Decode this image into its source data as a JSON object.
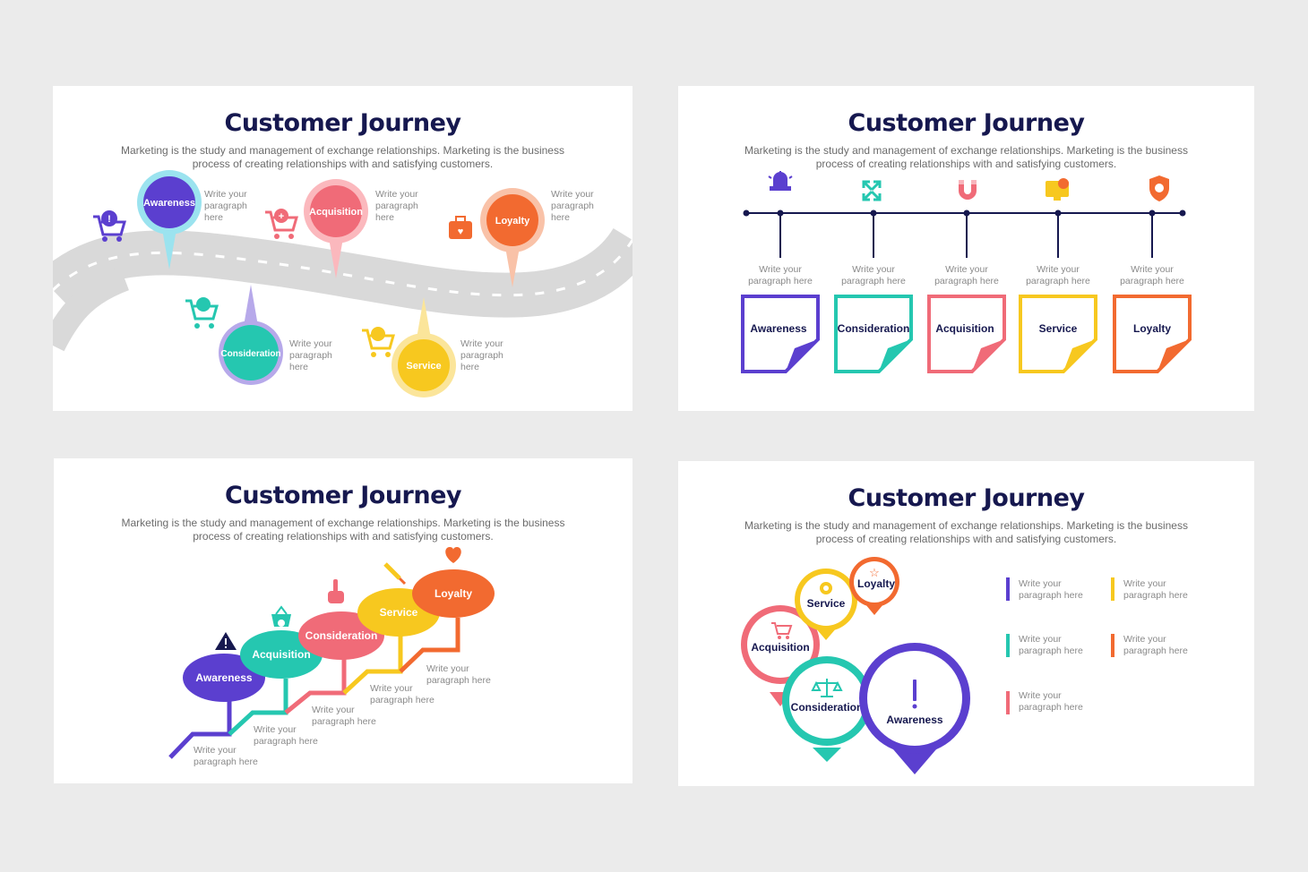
{
  "slide1": {
    "title": "Customer Journey",
    "subtitle_line1": "Marketing is the study and management of exchange relationships. Marketing is the business",
    "subtitle_line2": "process of creating relationships with and satisfying customers.",
    "stages": [
      {
        "label": "Awareness",
        "text": [
          "Write your",
          "paragraph",
          "here"
        ],
        "color": "#5b3fcf"
      },
      {
        "label": "Acquisition",
        "text": [
          "Write your",
          "paragraph",
          "here"
        ],
        "color": "#f06b78"
      },
      {
        "label": "Loyalty",
        "text": [
          "Write your",
          "paragraph",
          "here"
        ],
        "color": "#f26a30"
      },
      {
        "label": "Consideration",
        "text": [
          "Write your",
          "paragraph",
          "here"
        ],
        "color": "#25c7b0"
      },
      {
        "label": "Service",
        "text": [
          "Write your",
          "paragraph",
          "here"
        ],
        "color": "#f7c81f"
      }
    ]
  },
  "slide2": {
    "title": "Customer Journey",
    "subtitle_line1": "Marketing is the study and management of exchange relationships. Marketing is the business",
    "subtitle_line2": "process of creating relationships with and satisfying customers.",
    "stages": [
      {
        "label": "Awareness",
        "text": [
          "Write your",
          "paragraph here"
        ],
        "color": "#5b3fcf",
        "icon": "siren-icon"
      },
      {
        "label": "Consideration",
        "text": [
          "Write your",
          "paragraph here"
        ],
        "color": "#25c7b0",
        "icon": "expand-icon"
      },
      {
        "label": "Acquisition",
        "text": [
          "Write your",
          "paragraph here"
        ],
        "color": "#f06b78",
        "icon": "magnet-icon"
      },
      {
        "label": "Service",
        "text": [
          "Write your",
          "paragraph here"
        ],
        "color": "#f7c81f",
        "icon": "monitor-gear-icon"
      },
      {
        "label": "Loyalty",
        "text": [
          "Write your",
          "paragraph here"
        ],
        "color": "#f26a30",
        "icon": "shield-icon"
      }
    ]
  },
  "slide3": {
    "title": "Customer Journey",
    "subtitle_line1": "Marketing is the study and management of exchange relationships. Marketing is the business",
    "subtitle_line2": "process of creating relationships with and satisfying customers.",
    "stages": [
      {
        "label": "Awareness",
        "text": [
          "Write your",
          "paragraph here"
        ],
        "color": "#5b3fcf",
        "icon": "warning-icon"
      },
      {
        "label": "Acquisition",
        "text": [
          "Write your",
          "paragraph here"
        ],
        "color": "#25c7b0",
        "icon": "basket-icon"
      },
      {
        "label": "Consideration",
        "text": [
          "Write your",
          "paragraph here"
        ],
        "color": "#f06b78",
        "icon": "hand-pointer-icon"
      },
      {
        "label": "Service",
        "text": [
          "Write your",
          "paragraph here"
        ],
        "color": "#f7c81f",
        "icon": "screwdriver-icon"
      },
      {
        "label": "Loyalty",
        "text": [
          "Write your",
          "paragraph here"
        ],
        "color": "#f26a30",
        "icon": "heart-icon"
      }
    ]
  },
  "slide4": {
    "title": "Customer Journey",
    "subtitle_line1": "Marketing is the study and management of exchange relationships. Marketing is the business",
    "subtitle_line2": "process of creating relationships with and satisfying customers.",
    "pins": [
      {
        "label": "Loyalty",
        "color": "#f26a30",
        "icon": "star-icon"
      },
      {
        "label": "Service",
        "color": "#f7c81f",
        "icon": "gear-icon"
      },
      {
        "label": "Acquisition",
        "color": "#f06b78",
        "icon": "cart-icon"
      },
      {
        "label": "Consideration",
        "color": "#25c7b0",
        "icon": "scales-icon"
      },
      {
        "label": "Awareness",
        "color": "#5b3fcf",
        "icon": "exclamation-icon"
      }
    ],
    "legend": [
      {
        "text": [
          "Write your",
          "paragraph here"
        ],
        "color": "#5b3fcf"
      },
      {
        "text": [
          "Write your",
          "paragraph here"
        ],
        "color": "#f7c81f"
      },
      {
        "text": [
          "Write your",
          "paragraph here"
        ],
        "color": "#25c7b0"
      },
      {
        "text": [
          "Write your",
          "paragraph here"
        ],
        "color": "#f26a30"
      },
      {
        "text": [
          "Write your",
          "paragraph here"
        ],
        "color": "#f06b78"
      }
    ]
  }
}
